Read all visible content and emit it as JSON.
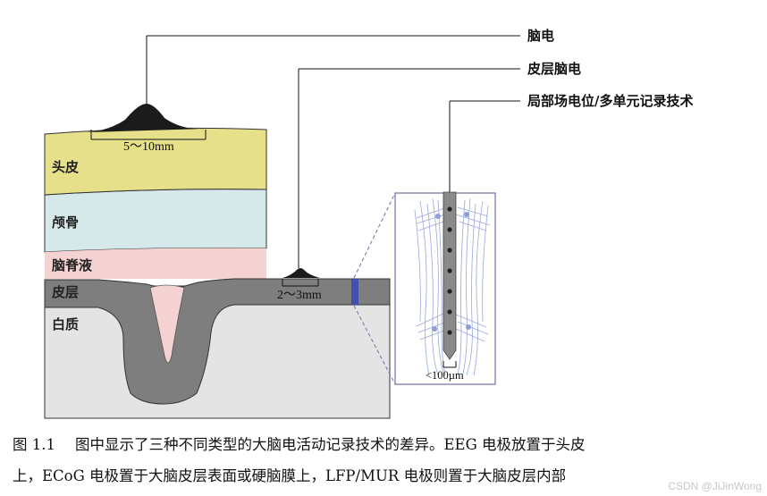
{
  "labels": {
    "eeg": "脑电",
    "ecog": "皮层脑电",
    "lfp_mur": "局部场电位/多单元记录技术"
  },
  "layers": {
    "scalp": "头皮",
    "skull": "颅骨",
    "csf": "脑脊液",
    "cortex": "皮层",
    "white_matter": "白质"
  },
  "dimensions": {
    "eeg_width": "5～10mm",
    "ecog_width": "2～3mm",
    "probe_width": "<100µm"
  },
  "caption": {
    "figure_number": "图 1.1",
    "line1": "图中显示了三种不同类型的大脑电活动记录技术的差异。EEG 电极放置于头皮",
    "line2": "上，ECoG 电极置于大脑皮层表面或硬脑膜上，LFP/MUR 电极则置于大脑皮层内部"
  },
  "watermark": "CSDN @JiJinWong",
  "colors": {
    "scalp": "#e6e08a",
    "skull": "#d5e8ea",
    "csf": "#f5d2d2",
    "cortex": "#7e7e7e",
    "white_matter": "#e4e4e4",
    "electrode": "#1b1b1b",
    "inset_border": "#6e6ea6",
    "neuron": "#8f9fd6"
  },
  "icons": {
    "eeg_electrode": "dome-electrode",
    "ecog_electrode": "small-dome-electrode",
    "probe": "multi-site-probe"
  }
}
